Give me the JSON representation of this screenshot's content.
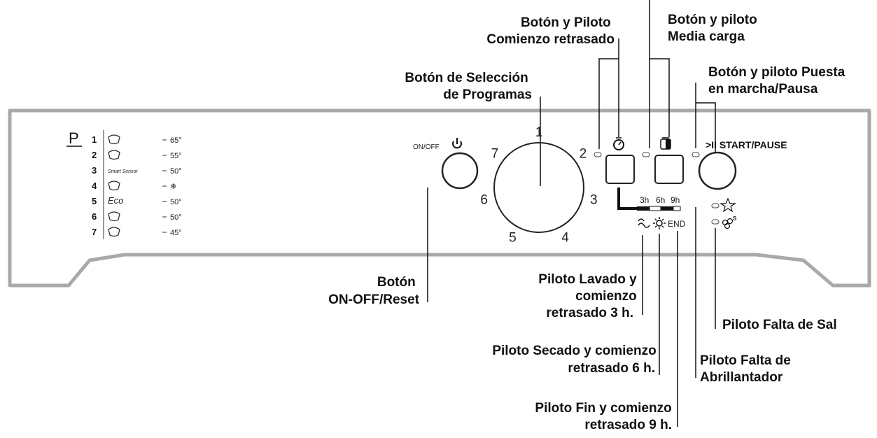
{
  "panel": {
    "program_symbol": "P",
    "onoff_label": "ON/OFF",
    "start_label": ">II START/PAUSE",
    "delay_hours": [
      "3h",
      "6h",
      "9h"
    ],
    "end_label": "END",
    "dial_numbers": [
      "1",
      "2",
      "3",
      "4",
      "5",
      "6",
      "7"
    ],
    "programs": [
      {
        "num": "1",
        "icon": "pot-icon",
        "temp": "65°"
      },
      {
        "num": "2",
        "icon": "pots-icon",
        "temp": "55°"
      },
      {
        "num": "3",
        "icon": "smart-sensor-icon",
        "icon_text": "Smart Sensor",
        "temp": "50°"
      },
      {
        "num": "4",
        "icon": "bowl-icon",
        "temp": "❄"
      },
      {
        "num": "5",
        "icon": "eco-icon",
        "icon_text": "Eco",
        "temp": "50°"
      },
      {
        "num": "6",
        "icon": "glasses-icon",
        "temp": "50°"
      },
      {
        "num": "7",
        "icon": "half-load-icon",
        "temp": "45°"
      }
    ]
  },
  "callouts": {
    "delayed_start": [
      "Botón y Piloto",
      "Comienzo retrasado"
    ],
    "half_load": [
      "Botón y piloto",
      "Media carga"
    ],
    "program_select": [
      "Botón de Selección",
      "de Programas"
    ],
    "start_pause": [
      "Botón y piloto Puesta",
      "en marcha/Pausa"
    ],
    "onoff_reset": [
      "Botón",
      "ON-OFF/Reset"
    ],
    "wash_3h": [
      "Piloto Lavado y",
      "comienzo",
      "retrasado 3 h."
    ],
    "dry_6h": [
      "Piloto Secado y comienzo",
      "retrasado 6 h."
    ],
    "end_9h": [
      "Piloto Fin y comienzo",
      "retrasado 9 h."
    ],
    "salt": [
      "Piloto Falta de Sal"
    ],
    "rinse_aid": [
      "Piloto Falta de",
      "Abrillantador"
    ]
  }
}
